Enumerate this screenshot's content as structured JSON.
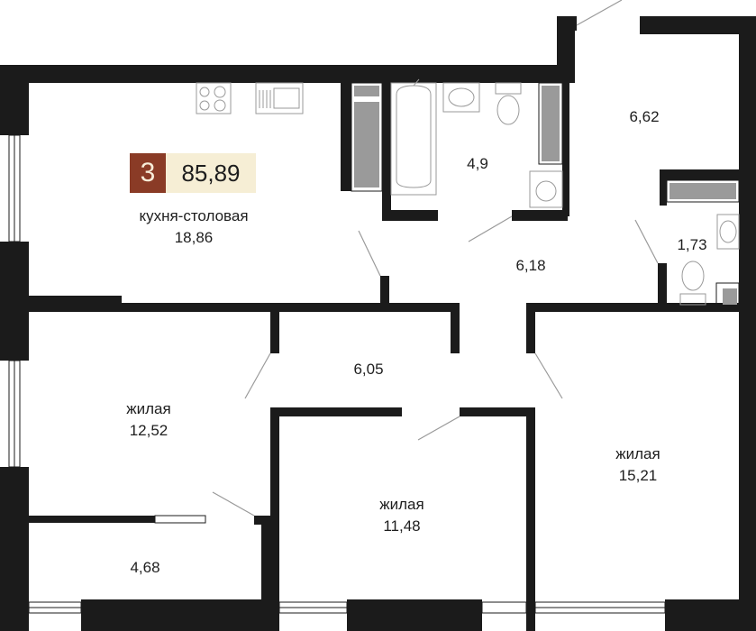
{
  "apartment": {
    "rooms": "3",
    "total_area": "85,89"
  },
  "rooms": {
    "kitchen": {
      "name": "кухня-столовая",
      "area": "18,86"
    },
    "bathroom": {
      "area": "4,9"
    },
    "entrance": {
      "area": "6,62"
    },
    "wc": {
      "area": "1,73"
    },
    "hall": {
      "area": "6,18"
    },
    "corridor": {
      "area": "6,05"
    },
    "bedroom_left": {
      "name": "жилая",
      "area": "12,52"
    },
    "bedroom_middle": {
      "name": "жилая",
      "area": "11,48"
    },
    "bedroom_right": {
      "name": "жилая",
      "area": "15,21"
    },
    "balcony": {
      "area": "4,68"
    }
  },
  "colors": {
    "wall": "#1b1b1b",
    "badge_rooms_bg": "#8a3b26",
    "badge_area_bg": "#f6eed5",
    "fixture": "#9a9a9a"
  }
}
